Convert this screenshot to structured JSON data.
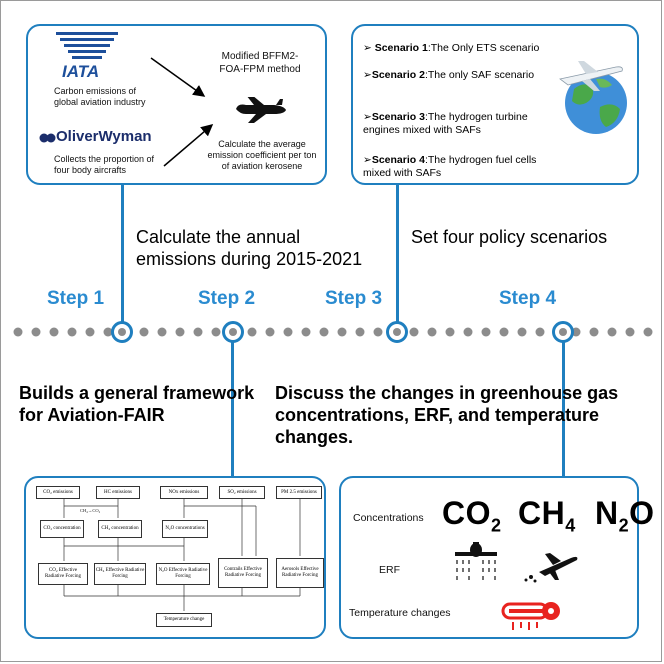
{
  "steps": [
    "Step 1",
    "Step 2",
    "Step 3",
    "Step 4"
  ],
  "step1": {
    "heading": "Calculate the annual emissions during 2015-2021",
    "iata_logo": "IATA",
    "iata_caption": "Carbon emissions of global aviation industry",
    "ow_logo": "OliverWyman",
    "ow_caption": "Collects the proportion of four body aircrafts",
    "method": "Modified BFFM2-FOA-FPM method",
    "method_result": "Calculate the average emission coefficient per ton of aviation kerosene",
    "plane_icon": "airplane-icon"
  },
  "step2": {
    "heading": "Builds a general framework for Aviation-FAIR",
    "flowchart": {
      "emissions": [
        "CO₂ emissions",
        "HC emissions",
        "NOx emissions",
        "SO₂ emissions",
        "PM 2.5 emissions"
      ],
      "edge_label": "CH₄→CO₂",
      "concentrations": [
        "CO₂ concentration",
        "CH₄ concentration",
        "N₂O concentrations"
      ],
      "forcings": [
        "CO₂ Effective Radiative Forcing",
        "CH₄ Effective Radiative Forcing",
        "N₂O Effective Radiative Forcing",
        "Contrails Effective Radiative Forcing",
        "Aerosols Effective Radiative Forcing"
      ],
      "final": "Temperature change"
    }
  },
  "step3": {
    "heading": "Set four policy scenarios",
    "scenarios": [
      {
        "name": "Scenario 1",
        "desc": ":The Only ETS scenario"
      },
      {
        "name": "Scenario 2",
        "desc": ":The only SAF scenario"
      },
      {
        "name": "Scenario 3",
        "desc": ":The hydrogen turbine engines mixed with SAFs"
      },
      {
        "name": "Scenario 4",
        "desc": ":The hydrogen fuel cells mixed with SAFs"
      }
    ]
  },
  "step4": {
    "heading": "Discuss the changes in greenhouse gas concentrations, ERF, and temperature changes.",
    "concentrations_label": "Concentrations",
    "gases": [
      "CO",
      "2",
      "CH",
      "4",
      "N",
      "2",
      "O"
    ],
    "erf_label": "ERF",
    "temperature_label": "Temperature changes"
  },
  "colors": {
    "accent": "#1f7fbf",
    "step_text": "#2a8bd0",
    "dots": "#8c8c8c",
    "thermo": "#e8231f"
  }
}
